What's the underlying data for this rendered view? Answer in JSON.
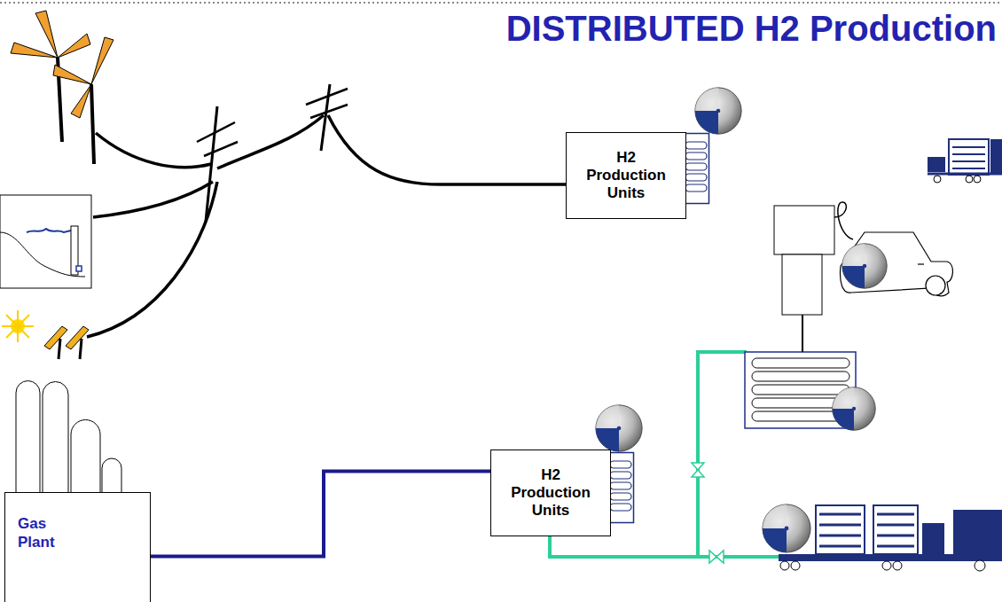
{
  "diagram": {
    "title": "DISTRIBUTED H2 Production",
    "nodes": [
      {
        "text": [
          "H2 Production Units"
        ]
      },
      {
        "text": [
          "H2 Production Units"
        ]
      },
      {
        "text": [
          "Gas Plant"
        ]
      }
    ],
    "edges": [
      {
        "from": 2,
        "to": 1,
        "arrow": "none"
      }
    ]
  }
}
